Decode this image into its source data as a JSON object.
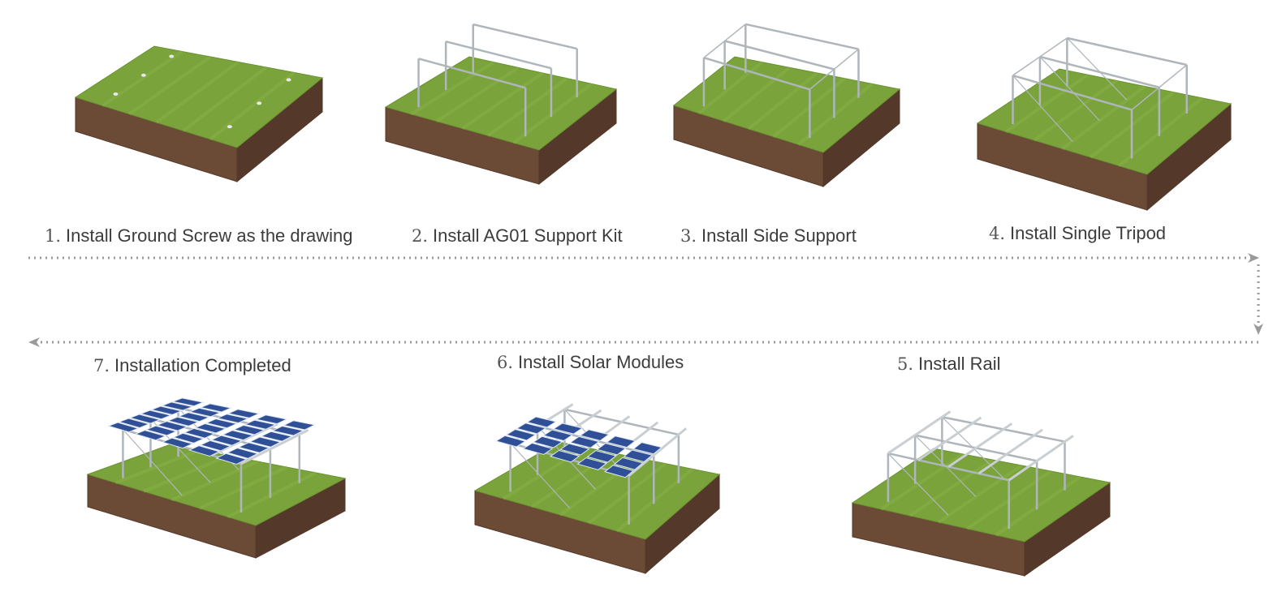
{
  "steps": [
    {
      "id": 1,
      "num": "1.",
      "text": "Install Ground Screw as the drawing"
    },
    {
      "id": 2,
      "num": "2.",
      "text": "Install AG01 Support Kit"
    },
    {
      "id": 3,
      "num": "3.",
      "text": "Install Side Support"
    },
    {
      "id": 4,
      "num": "4.",
      "text": "Install Single Tripod"
    },
    {
      "id": 5,
      "num": "5.",
      "text": "Install Rail"
    },
    {
      "id": 6,
      "num": "6.",
      "text": "Install Solar Modules"
    },
    {
      "id": 7,
      "num": "7.",
      "text": "Installation Completed"
    }
  ],
  "colors": {
    "grass": "#7aa33c",
    "grass_light": "#8fb84a",
    "soil": "#6b4a36",
    "soil_dark": "#54392a",
    "steel": "#aeb6bc",
    "panel": "#2f4f97",
    "arrow": "#9a9a9a"
  }
}
